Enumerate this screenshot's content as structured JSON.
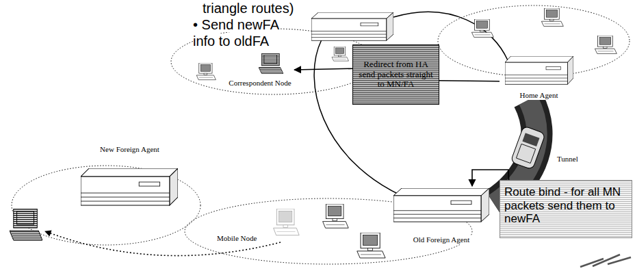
{
  "diagram": {
    "nodes": [
      {
        "text": [
          "Correspondent Node"
        ]
      },
      {
        "text": [
          "Redirect from HA send packets straight to MN/FA"
        ]
      },
      {
        "text": [
          "Home Agent"
        ]
      },
      {
        "text": [
          "New Foreign Agent"
        ]
      },
      {
        "text": [
          "Route bind - for all MN packets send them to newFA"
        ]
      },
      {
        "text": [
          "Old Foreign Agent"
        ]
      },
      {
        "text": [
          "Mobile Node"
        ]
      }
    ],
    "edges": [
      {
        "from": 1,
        "to": 0,
        "arrow": "to"
      },
      {
        "from": 2,
        "to": 1,
        "arrow": "none"
      },
      {
        "from": 4,
        "to": 5,
        "arrow": "to"
      }
    ],
    "labels": [
      "triangle routes)",
      "• Send newFA info to oldFA",
      "Tunnel"
    ]
  }
}
